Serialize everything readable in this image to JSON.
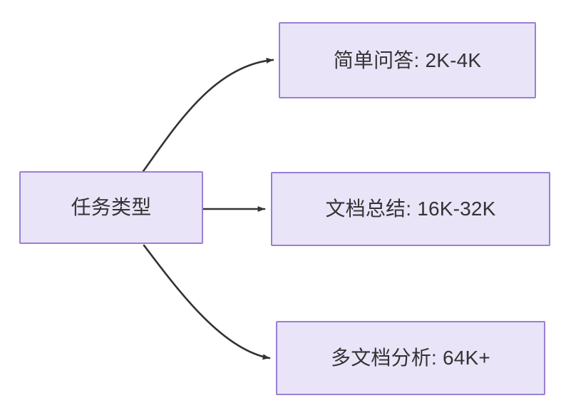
{
  "diagram": {
    "type": "flowchart",
    "direction": "left-to-right",
    "background_color": "#ffffff",
    "node_fill_color": "#e9e4f8",
    "node_border_color": "#9a7fd4",
    "node_text_color": "#333333",
    "edge_color": "#333333",
    "source": {
      "id": "task-type",
      "label": "任务类型"
    },
    "targets": [
      {
        "id": "simple-qa",
        "label": "简单问答: 2K-4K",
        "task": "简单问答",
        "token_range": "2K-4K"
      },
      {
        "id": "doc-summary",
        "label": "文档总结: 16K-32K",
        "task": "文档总结",
        "token_range": "16K-32K"
      },
      {
        "id": "multi-doc",
        "label": "多文档分析: 64K+",
        "task": "多文档分析",
        "token_range": "64K+"
      }
    ],
    "edges": [
      {
        "from": "task-type",
        "to": "simple-qa",
        "style": "curved",
        "arrowhead": "solid-triangle"
      },
      {
        "from": "task-type",
        "to": "doc-summary",
        "style": "straight",
        "arrowhead": "solid-triangle"
      },
      {
        "from": "task-type",
        "to": "multi-doc",
        "style": "curved",
        "arrowhead": "solid-triangle"
      }
    ]
  }
}
